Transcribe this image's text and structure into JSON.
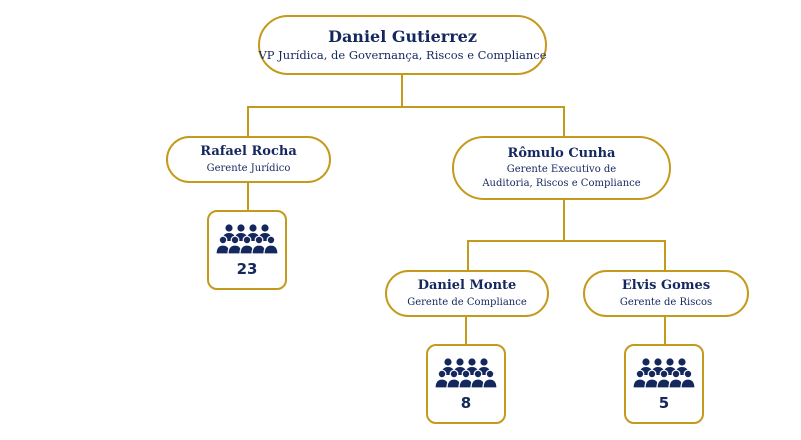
{
  "colors": {
    "accent_gold": "#c49a1c",
    "text_navy": "#14285e",
    "background": "#ffffff"
  },
  "org": {
    "root": {
      "name": "Daniel Gutierrez",
      "role": "VP Jurídica, de Governança, Riscos e Compliance"
    },
    "level1": [
      {
        "name": "Rafael Rocha",
        "role": "Gerente Jurídico",
        "team": {
          "icon": "people-group-icon",
          "count": "23"
        }
      },
      {
        "name": "Rômulo Cunha",
        "role": "Gerente Executivo de Auditoria, Riscos e Compliance"
      }
    ],
    "level2": [
      {
        "name": "Daniel Monte",
        "role": "Gerente de Compliance",
        "team": {
          "icon": "people-group-icon",
          "count": "8"
        }
      },
      {
        "name": "Elvis Gomes",
        "role": "Gerente de Riscos",
        "team": {
          "icon": "people-group-icon",
          "count": "5"
        }
      }
    ]
  }
}
